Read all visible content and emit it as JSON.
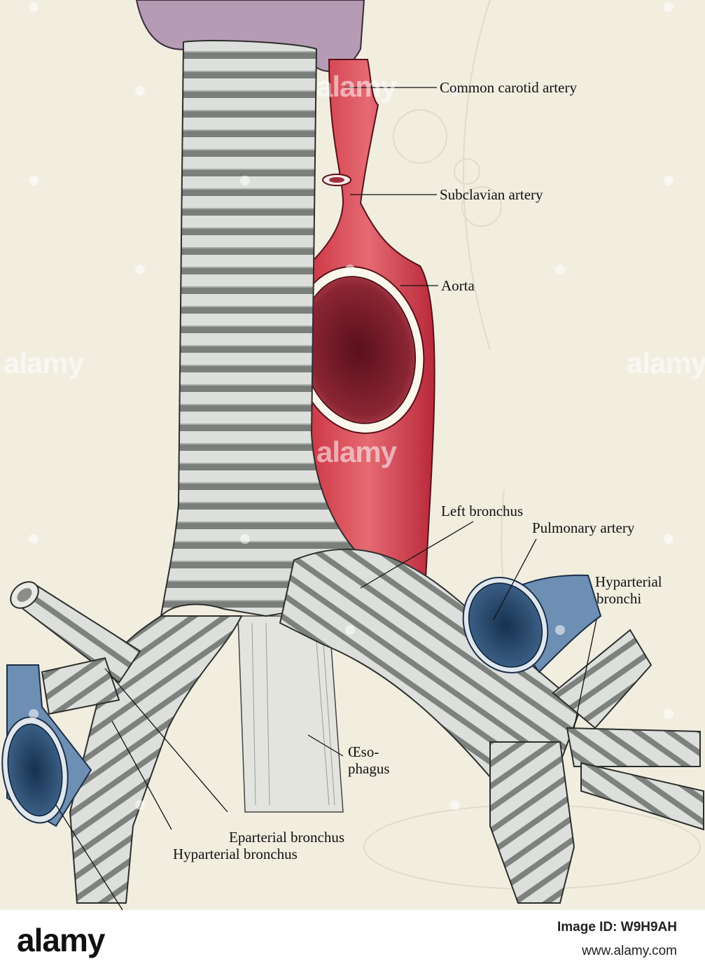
{
  "labels": {
    "common_carotid": "Common carotid artery",
    "subclavian": "Subclavian artery",
    "aorta": "Aorta",
    "left_bronchus": "Left bronchus",
    "pulmonary_artery": "Pulmonary artery",
    "hyparterial_bronchi_1": "Hyparterial",
    "hyparterial_bronchi_2": "bronchi",
    "esophagus_1": "Œso-",
    "esophagus_2": "phagus",
    "eparterial_bronchus": "Eparterial bronchus",
    "hyparterial_bronchus": "Hyparterial bronchus"
  },
  "watermark": {
    "text": "alamy"
  },
  "footer": {
    "logo": "alamy",
    "image_id": "Image ID: W9H9AH",
    "url": "www.alamy.com"
  },
  "colors": {
    "paper": "#f1eee0",
    "artery": "#d64550",
    "aorta_lumen": "#7a1f2a",
    "pulmonary_artery": "#27476e",
    "cartilage": "#d9dcd8",
    "thyroid": "#b49ab2"
  }
}
